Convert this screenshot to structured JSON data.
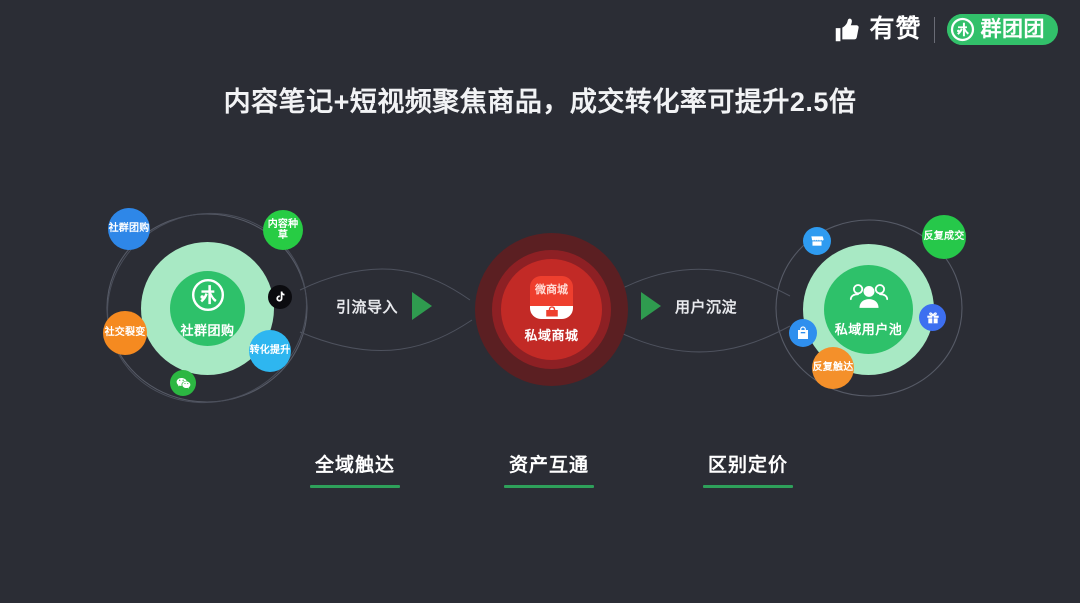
{
  "brand": {
    "thumb_icon": "thumbs-up-icon",
    "name": "有赞",
    "partner_mark_icon": "qtt-logo-icon",
    "partner_name": "群团团"
  },
  "title": "内容笔记+短视频聚焦商品，成交转化率可提升2.5倍",
  "diagram": {
    "left_node": {
      "label": "社群团购",
      "center_icon": "qtt-logo-icon",
      "bubbles": [
        {
          "label": "社群团购",
          "color": "#2e87e8",
          "kind": "text"
        },
        {
          "label": "内容种草",
          "color": "#27cc44",
          "kind": "text"
        },
        {
          "label": "社交裂变",
          "color": "#f58a20",
          "kind": "text"
        },
        {
          "label": "转化提升",
          "color": "#2eb6f0",
          "kind": "text"
        }
      ],
      "icons": [
        {
          "icon": "wechat-icon",
          "color": "#2cb742"
        },
        {
          "icon": "tiktok-icon",
          "color": "#0b0b0f"
        }
      ]
    },
    "middle_node": {
      "app_icon_text": "微商城",
      "label": "私域商城",
      "color": "#c22a26"
    },
    "right_node": {
      "label": "私域用户池",
      "center_icon": "users-group-icon",
      "bubbles": [
        {
          "label": "反复成交",
          "color": "#26c84a",
          "kind": "text"
        },
        {
          "label": "反复触达",
          "color": "#f4902a",
          "kind": "text"
        }
      ],
      "icons": [
        {
          "icon": "store-icon",
          "color": "#2e9bf0"
        },
        {
          "icon": "shopping-bag-icon",
          "color": "#2f8fee"
        },
        {
          "icon": "gift-icon",
          "color": "#3d6ff0"
        }
      ]
    },
    "arrows": [
      {
        "label": "引流导入",
        "direction": "right",
        "color": "#2f9b4f"
      },
      {
        "label": "用户沉淀",
        "direction": "right",
        "color": "#2f9b4f"
      }
    ]
  },
  "footer_labels": [
    {
      "label": "全域触达",
      "underline_color": "#2ea05a"
    },
    {
      "label": "资产互通",
      "underline_color": "#2ea05a"
    },
    {
      "label": "区别定价",
      "underline_color": "#2ea05a"
    }
  ]
}
